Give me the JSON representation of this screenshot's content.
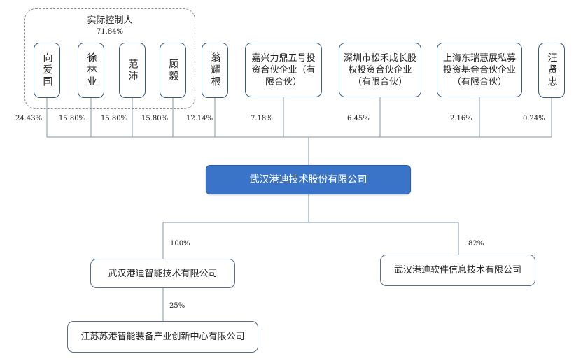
{
  "group": {
    "title": "实际控制人",
    "percent": "71.84%"
  },
  "shareholders": [
    {
      "name": "向爱国",
      "percent": "24.43%"
    },
    {
      "name": "徐林业",
      "percent": "15.80%"
    },
    {
      "name": "范沛",
      "percent": "15.80%"
    },
    {
      "name": "顾毅",
      "percent": "15.80%"
    },
    {
      "name": "翁耀根",
      "percent": "12.14%"
    },
    {
      "name": "嘉兴力鼎五号投资合伙企业（有限合伙）",
      "percent": "7.18%"
    },
    {
      "name": "深圳市松禾成长股权投资合伙企业（有限合伙）",
      "percent": "6.45%"
    },
    {
      "name": "上海东瑞慧展私募投资基金合伙企业（有限合伙）",
      "percent": "2.16%"
    },
    {
      "name": "汪贤忠",
      "percent": "0.24%"
    }
  ],
  "company": {
    "name": "武汉港迪技术股份有限公司"
  },
  "subsidiaries": [
    {
      "name": "武汉港迪智能技术有限公司",
      "percent": "100%"
    },
    {
      "name": "武汉港迪软件信息技术有限公司",
      "percent": "82%"
    }
  ],
  "grandchild": {
    "name": "江苏苏港智能装备产业创新中心有限公司",
    "percent": "25%"
  }
}
